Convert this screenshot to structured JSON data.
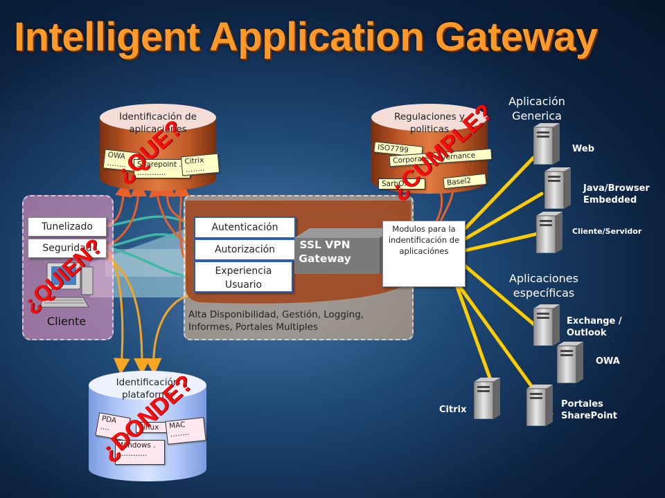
{
  "title": "Intelligent Application Gateway",
  "client": {
    "buttons": [
      "Tunelizado",
      "Seguridad"
    ],
    "label": "Cliente"
  },
  "gateway": {
    "buttons": [
      "Autenticación",
      "Autorización",
      "Experiencia Usuario"
    ],
    "ssl_vpn": "SSL VPN Gateway",
    "footer": "Alta Disponibilidad, Gestión, Logging, Informes, Portales Multiples",
    "modulos": "Modulos para la indentificación de aplicaciónes"
  },
  "cyl_apps": {
    "label": "Identificación de aplicaciones",
    "stickers": [
      "OWA ……..",
      "Sharepoint . ………...",
      "Citrix …….."
    ]
  },
  "cyl_reg": {
    "label": "Regulaciones y politicas",
    "stickers": [
      "ISO7799",
      "Corporate Governance",
      "SarbOx",
      "Basel2"
    ]
  },
  "cyl_plat": {
    "label": "Identificación plataforma",
    "stickers": [
      "PDA ….",
      "Linux",
      "MAC ……..",
      "Windows . ………..."
    ]
  },
  "questions": {
    "que": "¿QUE?",
    "cumple": "¿CUMPLE?",
    "quien": "¿QUIEN?",
    "donde": "¿DONDE?"
  },
  "apps_generic": {
    "header": "Aplicación Generica",
    "items": [
      "Web",
      "Java/Browser Embedded",
      "Cliente/Servidor"
    ]
  },
  "apps_specific": {
    "header": "Aplicaciones específicas",
    "items": [
      "Exchange / Outlook",
      "OWA",
      "Citrix",
      "Portales SharePoint"
    ]
  },
  "colors": {
    "title": "#ff9a2a",
    "orange_arrow": "#e8602a",
    "yellow_line": "#ffcc00",
    "teal_line": "#40b8a8",
    "question": "#ff0a0a"
  }
}
